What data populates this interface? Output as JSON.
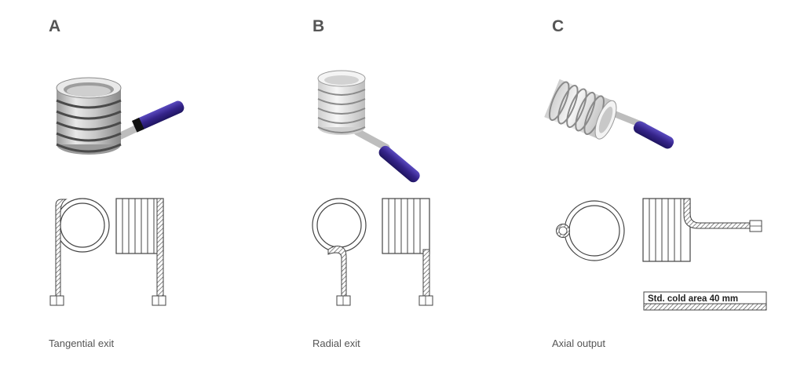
{
  "panels": [
    {
      "letter": "A",
      "caption": "Tangential exit"
    },
    {
      "letter": "B",
      "caption": "Radial exit"
    },
    {
      "letter": "C",
      "caption": "Axial output"
    }
  ],
  "legend": {
    "cold_area_label": "Std. cold area 40 mm"
  },
  "colors": {
    "coil": "#d9d9d9",
    "coil_dark": "#7a7a7a",
    "handle": "#3a2a8f",
    "hatch": "#555555"
  }
}
